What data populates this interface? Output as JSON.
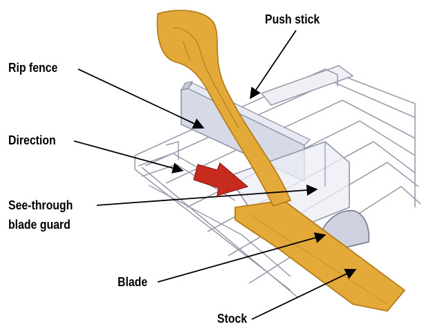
{
  "labels": {
    "push_stick": "Push stick",
    "rip_fence": "Rip fence",
    "direction": "Direction",
    "blade_guard_line1": "See-through",
    "blade_guard_line2": "blade guard",
    "blade": "Blade",
    "stock": "Stock"
  },
  "colors": {
    "wood": "#e3aa3a",
    "wood_dark": "#b57d1c",
    "arrow": "#c72b1e",
    "line": "#9a9cad"
  }
}
